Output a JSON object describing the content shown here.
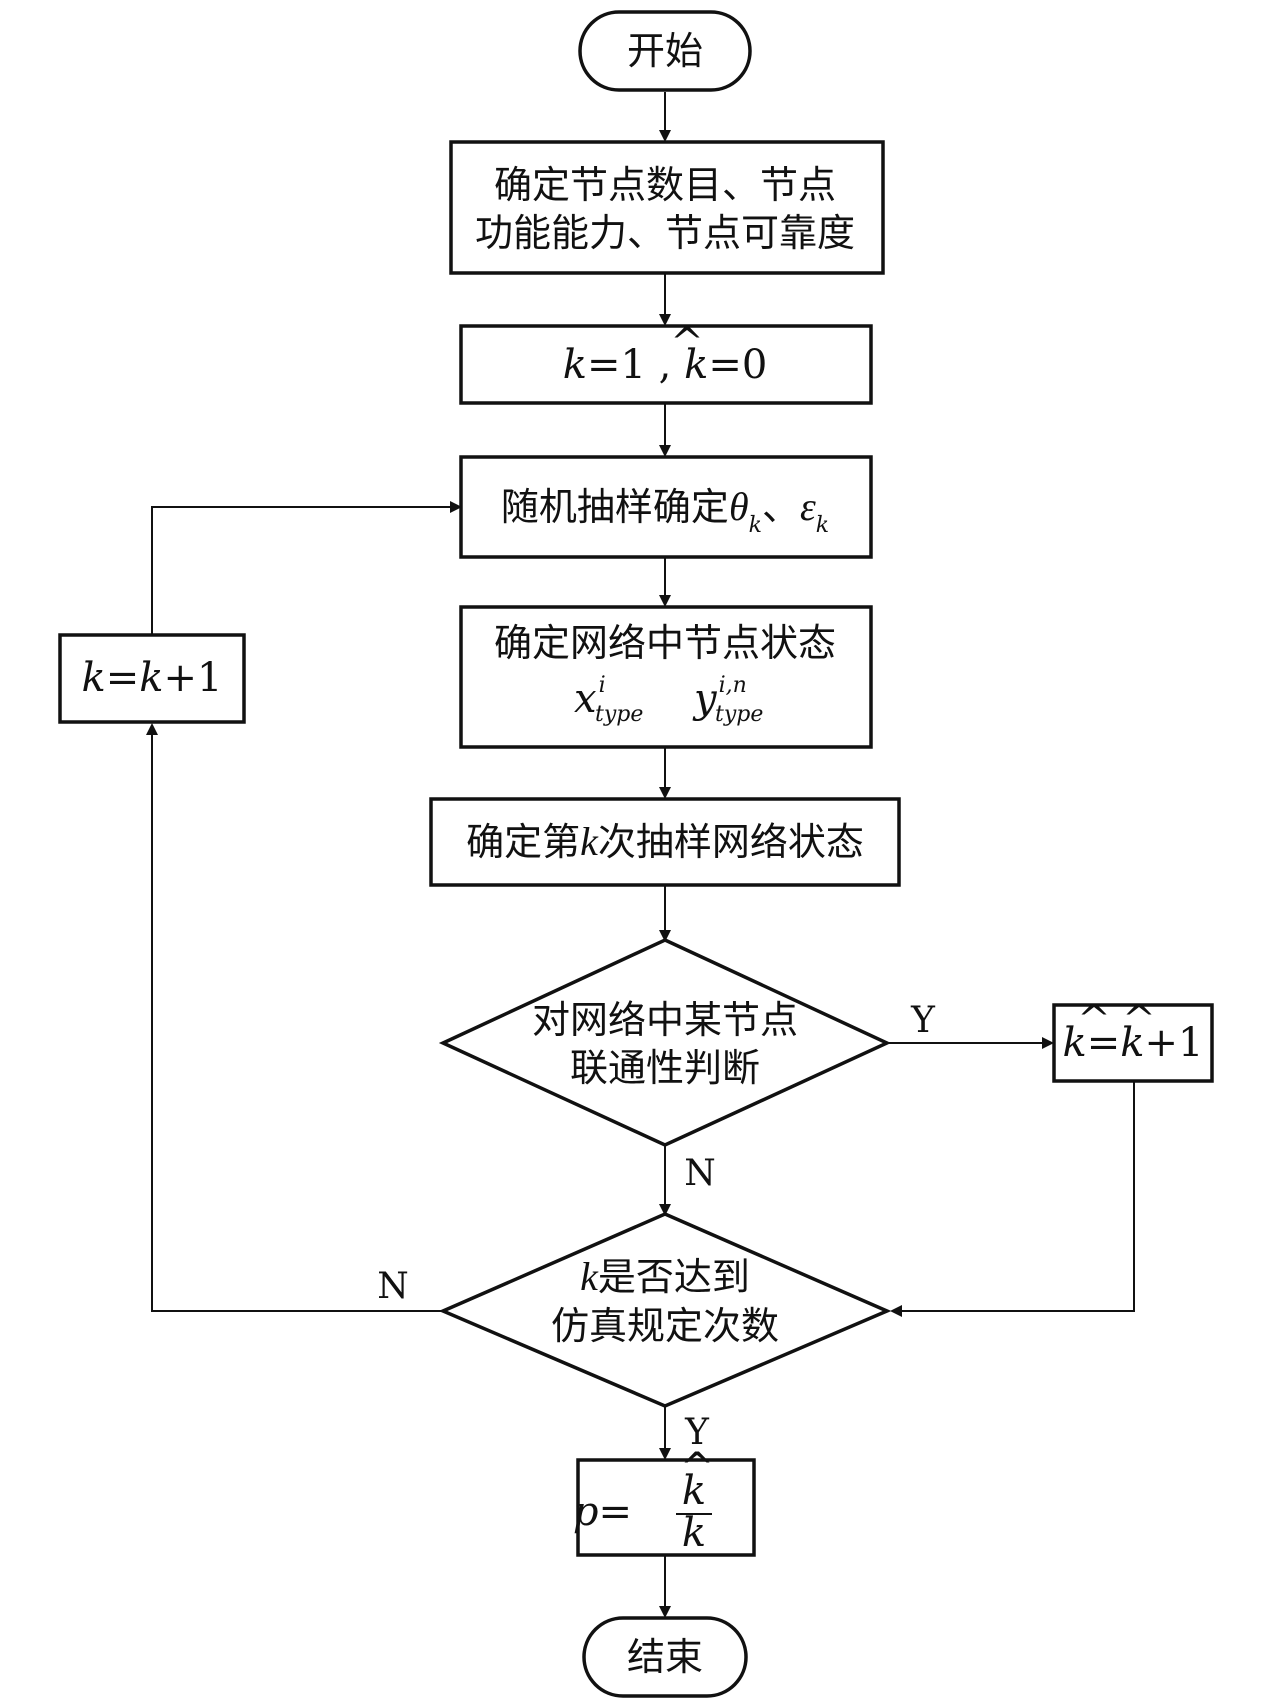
{
  "nodes": {
    "start": "开始",
    "init": {
      "line1": "确定节点数目、节点",
      "line2": "功能能力、节点可靠度"
    },
    "k_init": {
      "k": "k",
      "eq1": "=1",
      "comma": " , ",
      "khat": "k",
      "eq0": "=0"
    },
    "sample": {
      "text": "随机抽样确定",
      "theta": "θ",
      "sep": "、",
      "eps": "ε",
      "sub_k": "k"
    },
    "node_state": {
      "title": "确定网络中节点状态",
      "x": "x",
      "y": "y",
      "sup_i": "i",
      "sup_in": "i,n",
      "sub_type": "type"
    },
    "net_state": {
      "pre": "确定第",
      "k": "k",
      "post": "次抽样网络状态"
    },
    "connectivity": {
      "line1": "对网络中某节点",
      "line2": "联通性判断"
    },
    "khat_inc": {
      "khat": "k",
      "eq": "=",
      "khat2": "k",
      "plus": "+1"
    },
    "k_check": {
      "k": "k",
      "line1": "是否达到",
      "line2": "仿真规定次数"
    },
    "k_inc": {
      "k": "k",
      "eq": "=",
      "k2": "k",
      "plus": "+1"
    },
    "result": {
      "p": "p",
      "eq": "=",
      "num": "k",
      "den": "k"
    },
    "end": "结束"
  },
  "edge_labels": {
    "connectivity_yes": "Y",
    "connectivity_no": "N",
    "check_no": "N",
    "check_yes": "Y"
  }
}
